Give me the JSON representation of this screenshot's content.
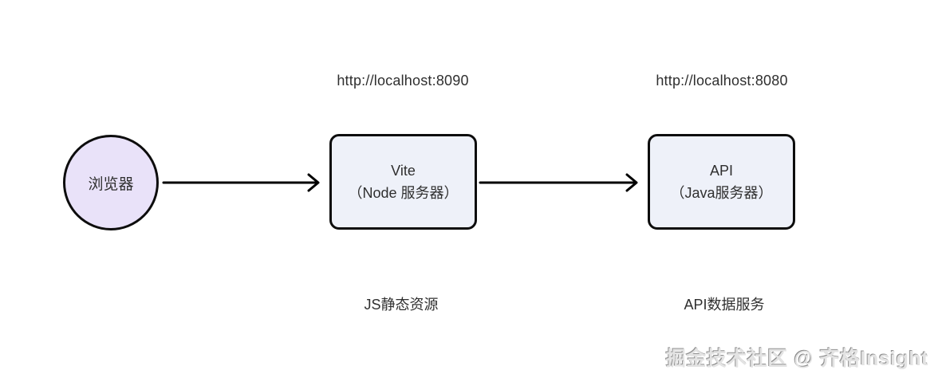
{
  "colors": {
    "background": "#ffffff",
    "browser_node_fill": "#e9e2f9",
    "server_node_fill": "#eef1f9",
    "node_border": "#0d0d0d",
    "text": "#2f2f2f",
    "arrow": "#000000",
    "watermark_gray": "#8f8f8f"
  },
  "browser": {
    "label": "浏览器"
  },
  "vite": {
    "url": "http://localhost:8090",
    "title": "Vite",
    "subtitle": "（Node 服务器）",
    "caption": "JS静态资源"
  },
  "api": {
    "url": "http://localhost:8080",
    "title": "API",
    "subtitle": "（Java服务器）",
    "caption": "API数据服务"
  },
  "watermark": {
    "text": "掘金技术社区 @ 齐格Insight"
  }
}
